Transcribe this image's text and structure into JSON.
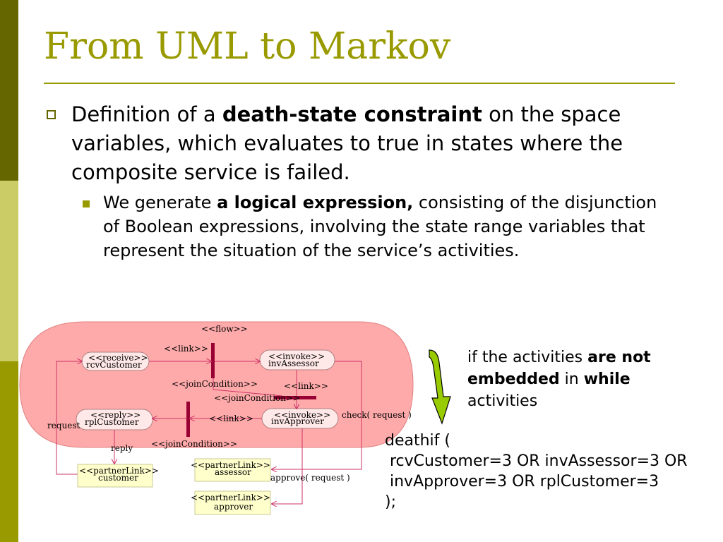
{
  "slide": {
    "title": "From UML to Markov",
    "bullet1": {
      "pre": "Definition of a ",
      "bold": "death-state constraint",
      "post": " on the space variables, which evaluates to true in states where the composite service is failed."
    },
    "bullet2": {
      "pre": "We generate ",
      "bold": "a logical expression,",
      "post": " consisting of the disjunction of Boolean expressions, involving the state range variables that represent the situation of the service’s activities."
    },
    "side_note": {
      "t1": "if the activities ",
      "b1": "are not embedded",
      "t2": " in ",
      "b2": "while",
      "t3": " activities"
    },
    "code_lines": [
      "deathif (",
      " rcvCustomer=3 OR invAssessor=3 OR",
      " invApprover=3 OR rplCustomer=3",
      ");"
    ]
  },
  "diagram": {
    "flow": "<<flow>>",
    "link1": "<<link>>",
    "link2": "<<link>>",
    "link3": "<<link>>",
    "join1": "<<joinCondition>>",
    "join2": "<<joinCondition>>",
    "join3": "<<joinCondition>>",
    "receive_st": "<<receive>>",
    "receive_name": "rcvCustomer",
    "invoke1_st": "<<invoke>>",
    "invoke1_name": "invAssessor",
    "reply_st": "<<reply>>",
    "reply_name": "rplCustomer",
    "invoke2_st": "<<invoke>>",
    "invoke2_name": "invApprover",
    "check": "check( request )",
    "request": "request",
    "reply": "reply",
    "approve": "approve( request )",
    "pl_customer_st": "<<partnerLink>>",
    "pl_customer_name": "customer",
    "pl_assessor_st": "<<partnerLink>>",
    "pl_assessor_name": "assessor",
    "pl_approver_st": "<<partnerLink>>",
    "pl_approver_name": "approver"
  },
  "colors": {
    "sidebar_dark": "#666600",
    "sidebar_light": "#cccc66",
    "sidebar_mid": "#999900",
    "title": "#999900",
    "flow_region": "#ffaaaa",
    "bar": "#990033",
    "arrow_fill": "#99cc00"
  }
}
